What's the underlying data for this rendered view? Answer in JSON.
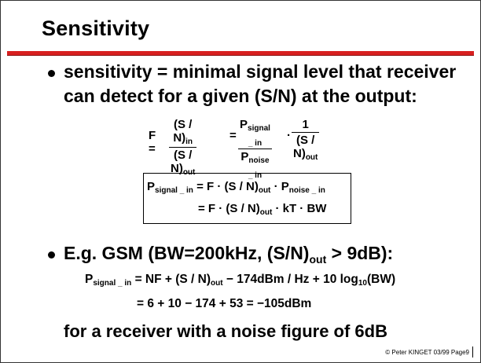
{
  "title": "Sensitivity",
  "bullet1": {
    "line1": "sensitivity = minimal signal level that receiver",
    "line2": "can detect for a given (S/N) at the output:"
  },
  "eq1": {
    "lhs": "F =",
    "f1_num": "(S / N)",
    "f1_num_sub": "in",
    "f1_den": "(S / N)",
    "f1_den_sub": "out",
    "eq": "=",
    "f2_num": "P",
    "f2_num_sub": "signal _ in",
    "f2_den": "P",
    "f2_den_sub": "noise _ in",
    "dot": "·",
    "f3_num": "1",
    "f3_den": "(S / N)",
    "f3_den_sub": "out"
  },
  "box": {
    "r1_p": "P",
    "r1_psub": "signal _ in",
    "r1_rest": "= F · (S / N)",
    "r1_sub": "out",
    "r1_tail": "· P",
    "r1_tailsub": "noise _ in",
    "r2_rest": "= F · (S / N)",
    "r2_sub": "out",
    "r2_tail": "· kT · BW"
  },
  "bullet2": {
    "text": "E.g. GSM (BW=200kHz, (S/N)",
    "sub": "out",
    "tail": " > 9dB):"
  },
  "eq2": {
    "line1_p": "P",
    "line1_psub": "signal _ in",
    "line1_a": "= NF + (S / N)",
    "line1_sub": "out",
    "line1_b": "− 174dBm / Hz + 10 log",
    "line1_logsub": "10",
    "line1_c": "(BW)",
    "line2": "= 6 + 10 − 174 + 53 = −105dBm"
  },
  "conclusion": "for a receiver with a noise figure of 6dB",
  "footer": "© Peter KINGET  03/99 Page9"
}
